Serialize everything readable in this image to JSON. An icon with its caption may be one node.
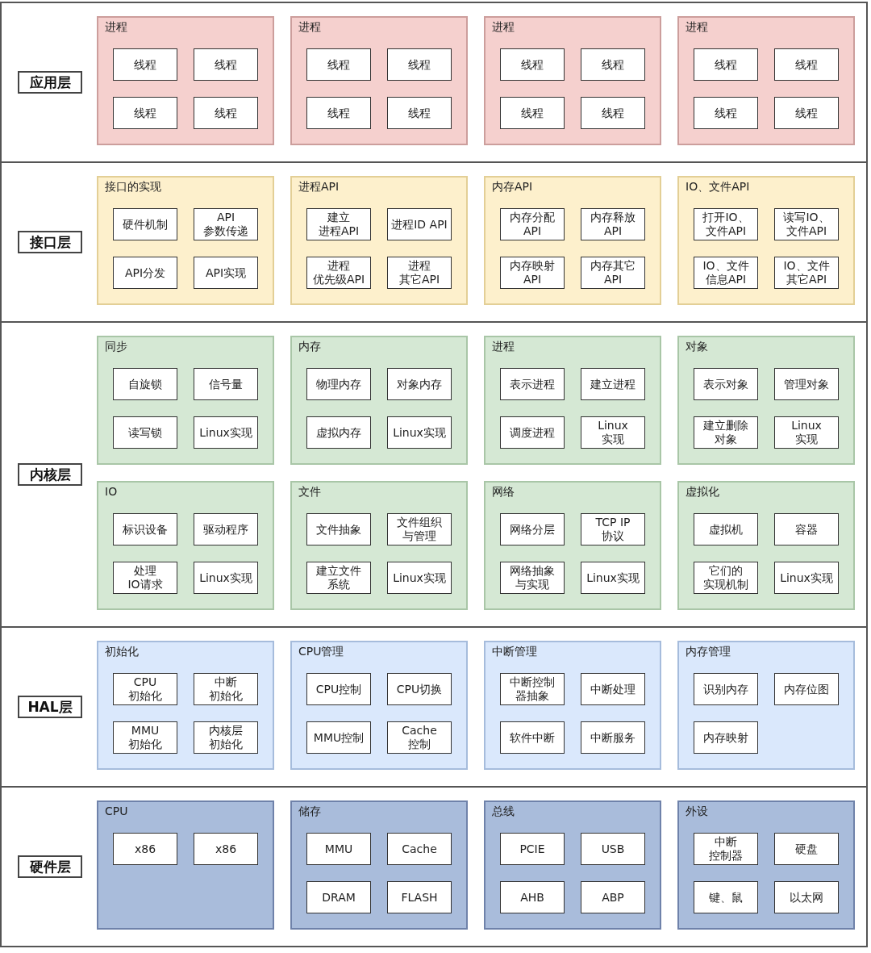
{
  "diagram": {
    "nodes": [
      {
        "text": [
          "应用层"
        ]
      },
      {
        "text": [
          "进程"
        ],
        "in": 0
      },
      {
        "text": [
          "线程"
        ],
        "in": 1
      },
      {
        "text": [
          "线程"
        ],
        "in": 1
      },
      {
        "text": [
          "线程"
        ],
        "in": 1
      },
      {
        "text": [
          "线程"
        ],
        "in": 1
      },
      {
        "text": [
          "进程"
        ],
        "in": 0
      },
      {
        "text": [
          "线程"
        ],
        "in": 6
      },
      {
        "text": [
          "线程"
        ],
        "in": 6
      },
      {
        "text": [
          "线程"
        ],
        "in": 6
      },
      {
        "text": [
          "线程"
        ],
        "in": 6
      },
      {
        "text": [
          "进程"
        ],
        "in": 0
      },
      {
        "text": [
          "线程"
        ],
        "in": 11
      },
      {
        "text": [
          "线程"
        ],
        "in": 11
      },
      {
        "text": [
          "线程"
        ],
        "in": 11
      },
      {
        "text": [
          "线程"
        ],
        "in": 11
      },
      {
        "text": [
          "进程"
        ],
        "in": 0
      },
      {
        "text": [
          "线程"
        ],
        "in": 16
      },
      {
        "text": [
          "线程"
        ],
        "in": 16
      },
      {
        "text": [
          "线程"
        ],
        "in": 16
      },
      {
        "text": [
          "线程"
        ],
        "in": 16
      },
      {
        "text": [
          "接口层"
        ]
      },
      {
        "text": [
          "接口的实现"
        ],
        "in": 21
      },
      {
        "text": [
          "硬件机制"
        ],
        "in": 22
      },
      {
        "text": [
          "API参数传递"
        ],
        "in": 22
      },
      {
        "text": [
          "API分发"
        ],
        "in": 22
      },
      {
        "text": [
          "API实现"
        ],
        "in": 22
      },
      {
        "text": [
          "进程API"
        ],
        "in": 21
      },
      {
        "text": [
          "建立进程API"
        ],
        "in": 27
      },
      {
        "text": [
          "进程ID API"
        ],
        "in": 27
      },
      {
        "text": [
          "进程优先级API"
        ],
        "in": 27
      },
      {
        "text": [
          "进程其它API"
        ],
        "in": 27
      },
      {
        "text": [
          "内存API"
        ],
        "in": 21
      },
      {
        "text": [
          "内存分配API"
        ],
        "in": 32
      },
      {
        "text": [
          "内存释放API"
        ],
        "in": 32
      },
      {
        "text": [
          "内存映射API"
        ],
        "in": 32
      },
      {
        "text": [
          "内存其它API"
        ],
        "in": 32
      },
      {
        "text": [
          "IO、文件API"
        ],
        "in": 21
      },
      {
        "text": [
          "打开IO、文件API"
        ],
        "in": 37
      },
      {
        "text": [
          "读写IO、文件API"
        ],
        "in": 37
      },
      {
        "text": [
          "IO、文件信息API"
        ],
        "in": 37
      },
      {
        "text": [
          "IO、文件其它API"
        ],
        "in": 37
      },
      {
        "text": [
          "内核层"
        ]
      },
      {
        "text": [
          "同步"
        ],
        "in": 42
      },
      {
        "text": [
          "自旋锁"
        ],
        "in": 43
      },
      {
        "text": [
          "信号量"
        ],
        "in": 43
      },
      {
        "text": [
          "读写锁"
        ],
        "in": 43
      },
      {
        "text": [
          "Linux实现"
        ],
        "in": 43
      },
      {
        "text": [
          "内存"
        ],
        "in": 42
      },
      {
        "text": [
          "物理内存"
        ],
        "in": 48
      },
      {
        "text": [
          "对象内存"
        ],
        "in": 48
      },
      {
        "text": [
          "虚拟内存"
        ],
        "in": 48
      },
      {
        "text": [
          "Linux实现"
        ],
        "in": 48
      },
      {
        "text": [
          "进程"
        ],
        "in": 42
      },
      {
        "text": [
          "表示进程"
        ],
        "in": 53
      },
      {
        "text": [
          "建立进程"
        ],
        "in": 53
      },
      {
        "text": [
          "调度进程"
        ],
        "in": 53
      },
      {
        "text": [
          "Linux实现"
        ],
        "in": 53
      },
      {
        "text": [
          "对象"
        ],
        "in": 42
      },
      {
        "text": [
          "表示对象"
        ],
        "in": 58
      },
      {
        "text": [
          "管理对象"
        ],
        "in": 58
      },
      {
        "text": [
          "建立删除对象"
        ],
        "in": 58
      },
      {
        "text": [
          "Linux实现"
        ],
        "in": 58
      },
      {
        "text": [
          "IO"
        ],
        "in": 42
      },
      {
        "text": [
          "标识设备"
        ],
        "in": 63
      },
      {
        "text": [
          "驱动程序"
        ],
        "in": 63
      },
      {
        "text": [
          "处理IO请求"
        ],
        "in": 63
      },
      {
        "text": [
          "Linux实现"
        ],
        "in": 63
      },
      {
        "text": [
          "文件"
        ],
        "in": 42
      },
      {
        "text": [
          "文件抽象"
        ],
        "in": 68
      },
      {
        "text": [
          "文件组织与管理"
        ],
        "in": 68
      },
      {
        "text": [
          "建立文件系统"
        ],
        "in": 68
      },
      {
        "text": [
          "Linux实现"
        ],
        "in": 68
      },
      {
        "text": [
          "网络"
        ],
        "in": 42
      },
      {
        "text": [
          "网络分层"
        ],
        "in": 73
      },
      {
        "text": [
          "TCP IP协议"
        ],
        "in": 73
      },
      {
        "text": [
          "网络抽象与实现"
        ],
        "in": 73
      },
      {
        "text": [
          "Linux实现"
        ],
        "in": 73
      },
      {
        "text": [
          "虚拟化"
        ],
        "in": 42
      },
      {
        "text": [
          "虚拟机"
        ],
        "in": 78
      },
      {
        "text": [
          "容器"
        ],
        "in": 78
      },
      {
        "text": [
          "它们的实现机制"
        ],
        "in": 78
      },
      {
        "text": [
          "Linux实现"
        ],
        "in": 78
      },
      {
        "text": [
          "HAL层"
        ]
      },
      {
        "text": [
          "初始化"
        ],
        "in": 83
      },
      {
        "text": [
          "CPU初始化"
        ],
        "in": 84
      },
      {
        "text": [
          "中断初始化"
        ],
        "in": 84
      },
      {
        "text": [
          "MMU初始化"
        ],
        "in": 84
      },
      {
        "text": [
          "内核层初始化"
        ],
        "in": 84
      },
      {
        "text": [
          "CPU管理"
        ],
        "in": 83
      },
      {
        "text": [
          "CPU控制"
        ],
        "in": 89
      },
      {
        "text": [
          "CPU切换"
        ],
        "in": 89
      },
      {
        "text": [
          "MMU控制"
        ],
        "in": 89
      },
      {
        "text": [
          "Cache控制"
        ],
        "in": 89
      },
      {
        "text": [
          "中断管理"
        ],
        "in": 83
      },
      {
        "text": [
          "中断控制器抽象"
        ],
        "in": 94
      },
      {
        "text": [
          "中断处理"
        ],
        "in": 94
      },
      {
        "text": [
          "软件中断"
        ],
        "in": 94
      },
      {
        "text": [
          "中断服务"
        ],
        "in": 94
      },
      {
        "text": [
          "内存管理"
        ],
        "in": 83
      },
      {
        "text": [
          "识别内存"
        ],
        "in": 99
      },
      {
        "text": [
          "内存位图"
        ],
        "in": 99
      },
      {
        "text": [
          "内存映射"
        ],
        "in": 99
      },
      {
        "text": [
          "硬件层"
        ]
      },
      {
        "text": [
          "CPU"
        ],
        "in": 103
      },
      {
        "text": [
          "x86"
        ],
        "in": 104
      },
      {
        "text": [
          "x86"
        ],
        "in": 104
      },
      {
        "text": [
          "储存"
        ],
        "in": 103
      },
      {
        "text": [
          "MMU"
        ],
        "in": 107
      },
      {
        "text": [
          "Cache"
        ],
        "in": 107
      },
      {
        "text": [
          "DRAM"
        ],
        "in": 107
      },
      {
        "text": [
          "FLASH"
        ],
        "in": 107
      },
      {
        "text": [
          "总线"
        ],
        "in": 103
      },
      {
        "text": [
          "PCIE"
        ],
        "in": 112
      },
      {
        "text": [
          "USB"
        ],
        "in": 112
      },
      {
        "text": [
          "AHB"
        ],
        "in": 112
      },
      {
        "text": [
          "ABP"
        ],
        "in": 112
      },
      {
        "text": [
          "外设"
        ],
        "in": 103
      },
      {
        "text": [
          "中断控制器"
        ],
        "in": 117
      },
      {
        "text": [
          "硬盘"
        ],
        "in": 117
      },
      {
        "text": [
          "键、鼠"
        ],
        "in": 117
      },
      {
        "text": [
          "以太网"
        ],
        "in": 117
      }
    ]
  }
}
